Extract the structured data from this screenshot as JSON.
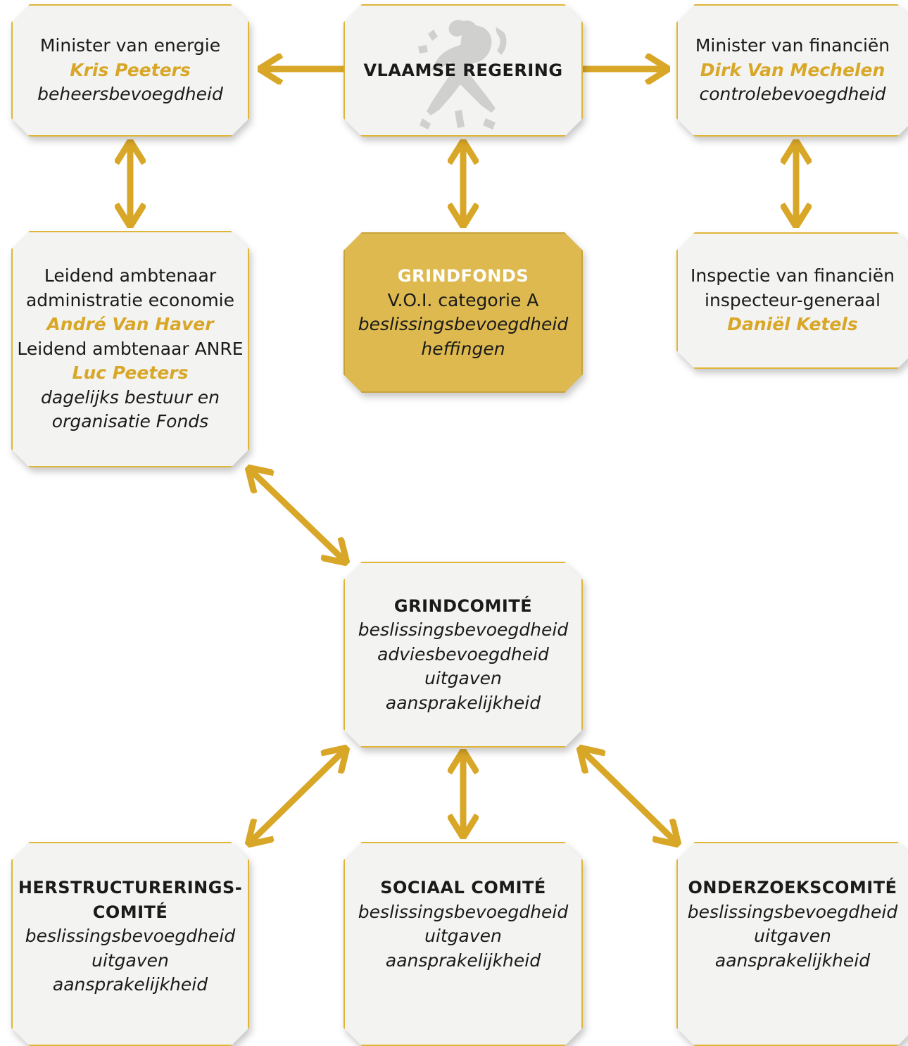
{
  "colors": {
    "gold": "#d9a728",
    "box_bg": "#f3f3f1",
    "gold_fill": "#ddb94f"
  },
  "boxes": {
    "minister_energie": {
      "line1": "Minister van energie",
      "name": "Kris Peeters",
      "role": "beheersbevoegdheid"
    },
    "vlaamse_regering": {
      "title": "VLAAMSE REGERING",
      "icon": "flemish-lion-icon"
    },
    "minister_financien": {
      "line1": "Minister van financiën",
      "name": "Dirk Van Mechelen",
      "role": "controlebevoegdheid"
    },
    "leidend_ambtenaar": {
      "line1": "Leidend ambtenaar",
      "line2": "administratie economie",
      "name1": "André Van Haver",
      "line3": "Leidend ambtenaar ANRE",
      "name2": "Luc Peeters",
      "role1": "dagelijks bestuur en",
      "role2": "organisatie Fonds"
    },
    "grindfonds": {
      "title": "GRINDFONDS",
      "line1": "V.O.I. categorie A",
      "role1": "beslissingsbevoegdheid",
      "role2": "heffingen"
    },
    "inspectie": {
      "line1": "Inspectie van financiën",
      "line2": "inspecteur-generaal",
      "name": "Daniël Ketels"
    },
    "grindcomite": {
      "title": "GRINDCOMITÉ",
      "role1": "beslissingsbevoegdheid",
      "role2": "adviesbevoegdheid",
      "role3": "uitgaven",
      "role4": "aansprakelijkheid"
    },
    "herstructurering": {
      "title1": "HERSTRUCTURERINGS-",
      "title2": "COMITÉ",
      "role1": "beslissingsbevoegdheid",
      "role2": "uitgaven",
      "role3": "aansprakelijkheid"
    },
    "sociaal": {
      "title": "SOCIAAL COMITÉ",
      "role1": "beslissingsbevoegdheid",
      "role2": "uitgaven",
      "role3": "aansprakelijkheid"
    },
    "onderzoek": {
      "title": "ONDERZOEKSCOMITÉ",
      "role1": "beslissingsbevoegdheid",
      "role2": "uitgaven",
      "role3": "aansprakelijkheid"
    }
  }
}
